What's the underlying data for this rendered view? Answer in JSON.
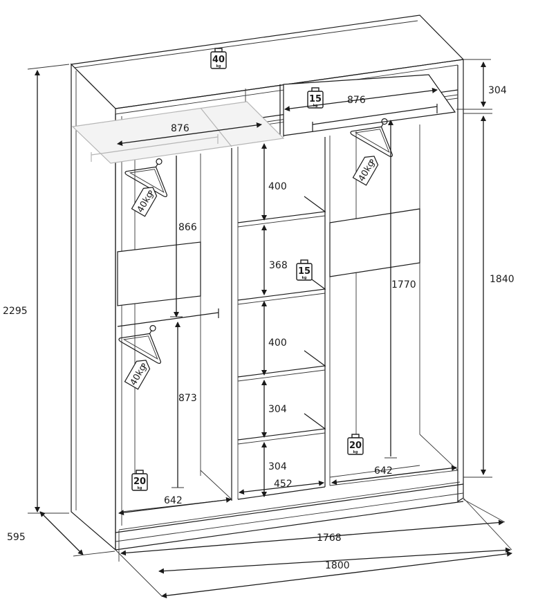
{
  "dimensions": {
    "total_height": "2295",
    "depth": "595",
    "inner_width": "1768",
    "total_width": "1800",
    "top_section_height": "304",
    "door_height": "1840",
    "top_left_rail_width": "876",
    "top_right_rail_width": "876",
    "left_upper_hang": "866",
    "left_lower_hang": "873",
    "left_bottom_width": "642",
    "right_hang": "1770",
    "right_bottom_width": "642",
    "shelf_spacing_1": "400",
    "shelf_spacing_2": "368",
    "shelf_spacing_3": "400",
    "shelf_spacing_4": "304",
    "shelf_spacing_5": "304",
    "middle_width": "452"
  },
  "weights": {
    "top": {
      "value": "40",
      "unit": "kg"
    },
    "top_shelf": {
      "value": "15",
      "unit": "kg"
    },
    "middle_shelf": {
      "value": "15",
      "unit": "kg"
    },
    "left_bottom": {
      "value": "20",
      "unit": "kg"
    },
    "right_bottom": {
      "value": "20",
      "unit": "kg"
    }
  },
  "hanger_tags": {
    "left_upper": "40kg",
    "left_lower": "40kg",
    "right": "40kg"
  }
}
